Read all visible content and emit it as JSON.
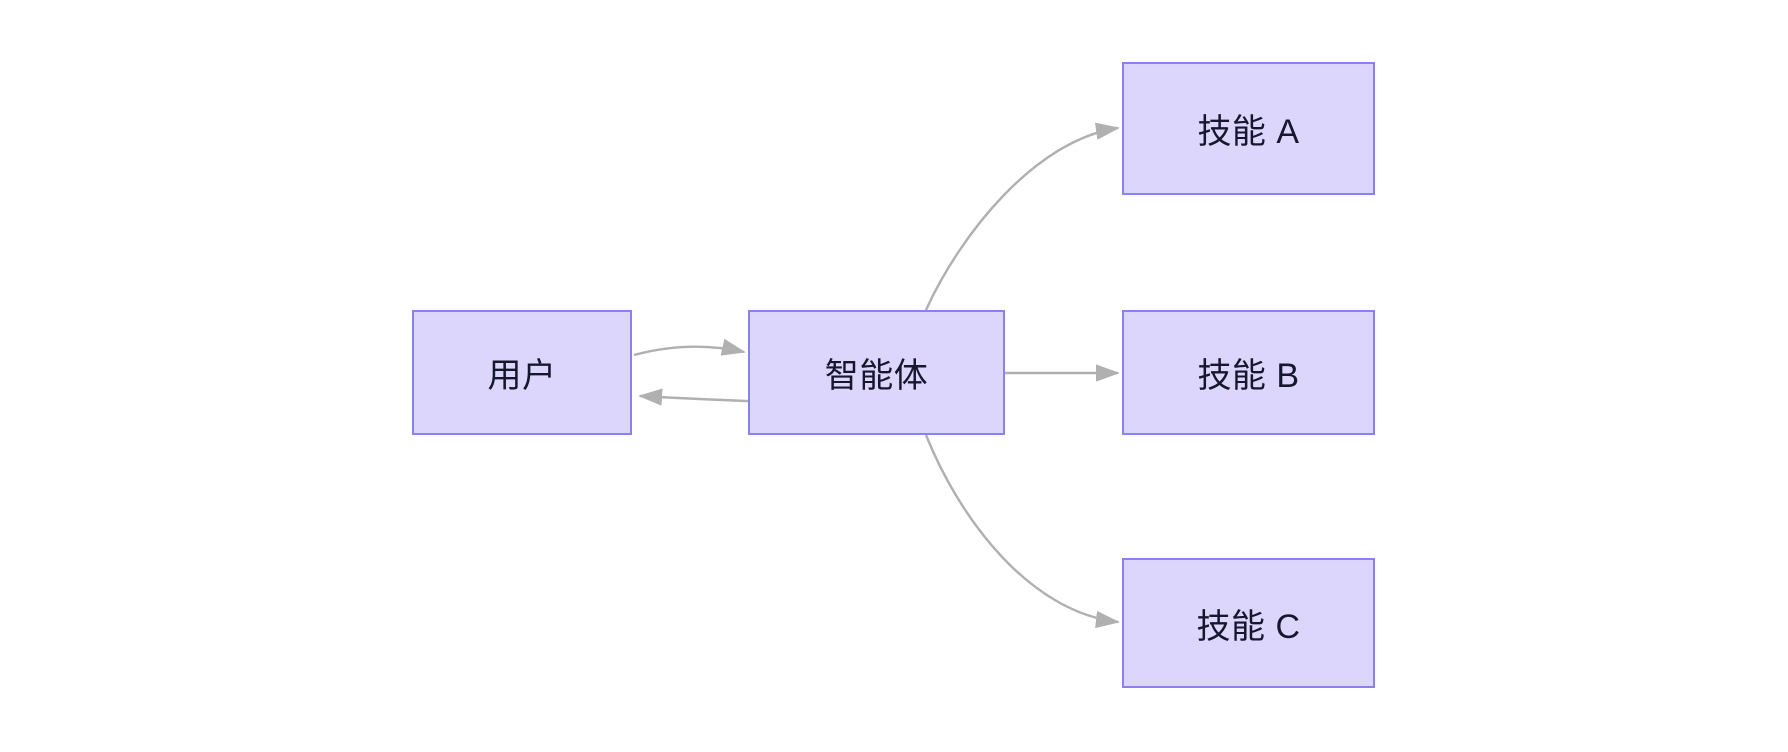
{
  "diagram": {
    "type": "flowchart",
    "direction": "left-to-right",
    "background_color": "#ffffff",
    "node_fill_color": "#dcd6fc",
    "node_border_color": "#8a80f0",
    "node_text_color": "#16162e",
    "edge_color": "#b0b0b0",
    "nodes": [
      {
        "id": "user",
        "label": "用户"
      },
      {
        "id": "agent",
        "label": "智能体"
      },
      {
        "id": "skill_a",
        "label": "技能 A"
      },
      {
        "id": "skill_b",
        "label": "技能 B"
      },
      {
        "id": "skill_c",
        "label": "技能 C"
      }
    ],
    "edges": [
      {
        "id": "user-to-agent",
        "from": "用户",
        "to": "智能体",
        "style": "curved",
        "arrow": "single",
        "label": ""
      },
      {
        "id": "agent-to-user",
        "from": "智能体",
        "to": "用户",
        "style": "curved",
        "arrow": "single",
        "label": ""
      },
      {
        "id": "agent-to-skill-a",
        "from": "智能体",
        "to": "技能 A",
        "style": "curved",
        "arrow": "single",
        "label": ""
      },
      {
        "id": "agent-to-skill-b",
        "from": "智能体",
        "to": "技能 B",
        "style": "straight",
        "arrow": "single",
        "label": ""
      },
      {
        "id": "agent-to-skill-c",
        "from": "智能体",
        "to": "技能 C",
        "style": "curved",
        "arrow": "single",
        "label": ""
      }
    ]
  }
}
